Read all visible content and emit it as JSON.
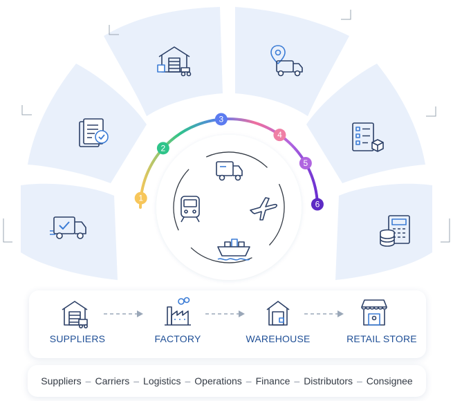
{
  "colors": {
    "panel": "#e9f0fb",
    "icon_stroke": "#2b3f66",
    "icon_accent": "#3a7bd5",
    "arc_stops": [
      "#f7c65a",
      "#2fc48a",
      "#5b7bf0",
      "#ef6f9d",
      "#b065e0",
      "#6a2fd0"
    ],
    "node_colors": [
      "#f7c65a",
      "#2fc48a",
      "#5b7bf0",
      "#ef7fa5",
      "#b065e0",
      "#5d2bc4"
    ],
    "flow_text": "#1f4f96"
  },
  "wheel": {
    "segments": [
      {
        "icon": "delivery-truck-check-icon"
      },
      {
        "icon": "clipboard-checklist-icon"
      },
      {
        "icon": "warehouse-icon"
      },
      {
        "icon": "location-truck-icon"
      },
      {
        "icon": "inventory-list-icon"
      },
      {
        "icon": "calculator-coins-icon"
      }
    ],
    "steps": [
      "1",
      "2",
      "3",
      "4",
      "5",
      "6"
    ],
    "center_icons": [
      "truck-icon",
      "train-icon",
      "airplane-icon",
      "cargo-ship-icon"
    ]
  },
  "flow": {
    "stages": [
      {
        "label": "SUPPLIERS",
        "icon": "warehouse-icon"
      },
      {
        "label": "FACTORY",
        "icon": "factory-icon"
      },
      {
        "label": "WAREHOUSE",
        "icon": "warehouse-icon"
      },
      {
        "label": "RETAIL STORE",
        "icon": "store-icon"
      }
    ]
  },
  "stakeholders": [
    "Suppliers",
    "Carriers",
    "Logistics",
    "Operations",
    "Finance",
    "Distributors",
    "Consignee"
  ]
}
